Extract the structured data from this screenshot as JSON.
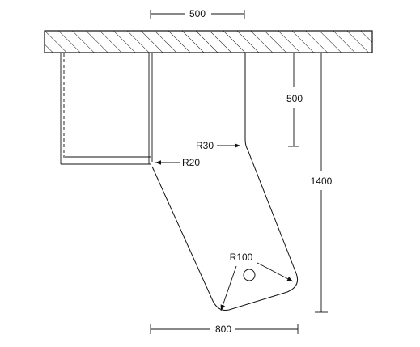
{
  "dimensions": {
    "top_width": "500",
    "vertical_short": "500",
    "vertical_long": "1400",
    "bottom_width": "800"
  },
  "radii": {
    "r30": "R30",
    "r20": "R20",
    "r100": "R100"
  }
}
